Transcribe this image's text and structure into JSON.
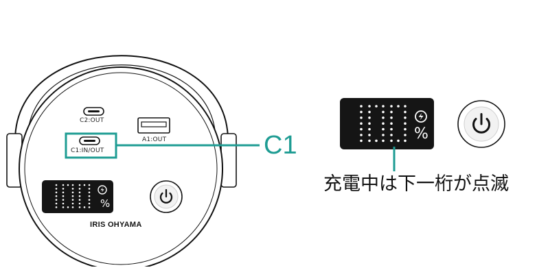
{
  "callout": {
    "label": "C1",
    "color": "#1e9c93"
  },
  "ports": {
    "c2": "C2:OUT",
    "c1": "C1:IN/OUT",
    "a1": "A1:OUT"
  },
  "brand": "IRIS OHYAMA",
  "display": {
    "value": "100",
    "unit": "%"
  },
  "note": "充電中は下一桁が点滅",
  "icons": [
    "power-icon",
    "charging-bolt-icon",
    "usb-c-port-icon",
    "usb-a-port-icon"
  ]
}
